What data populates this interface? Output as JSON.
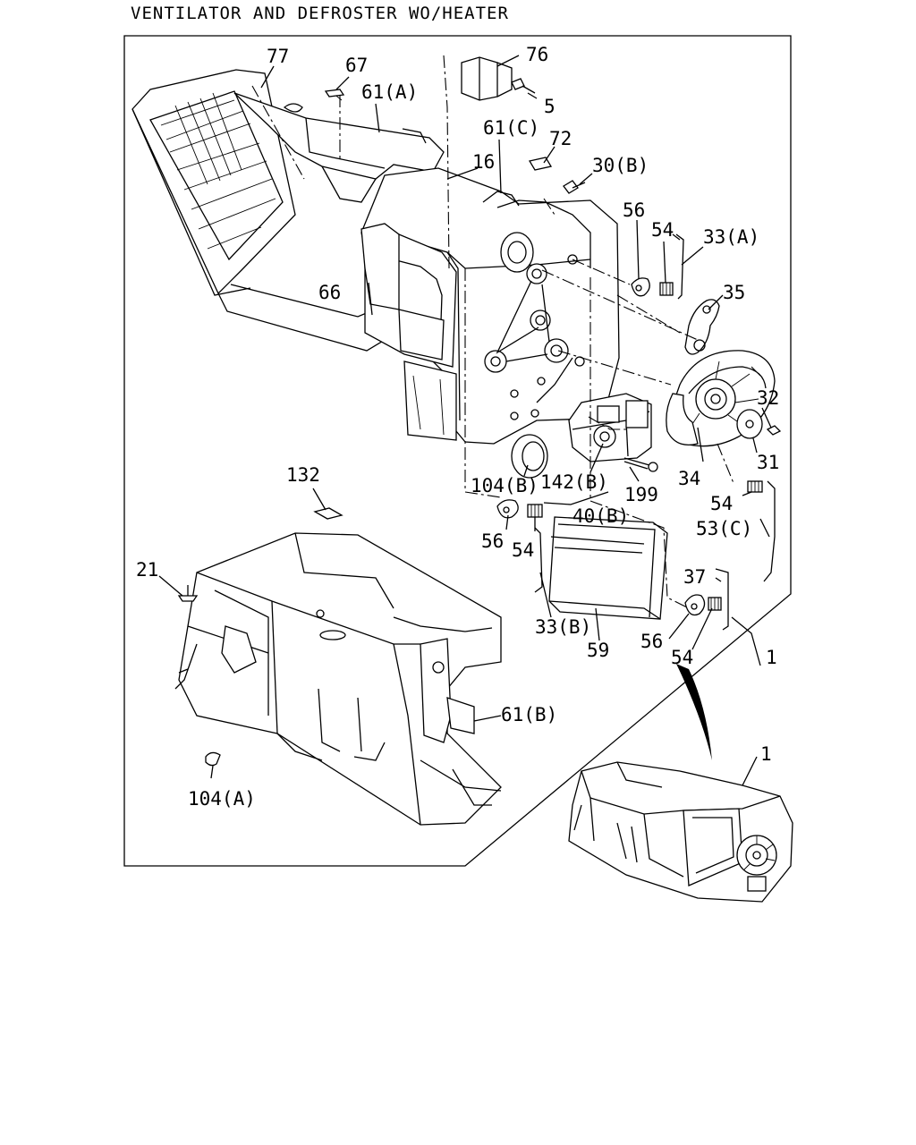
{
  "title": "VENTILATOR AND DEFROSTER WO/HEATER",
  "callouts": [
    {
      "key": "77",
      "text": "77"
    },
    {
      "key": "67",
      "text": "67"
    },
    {
      "key": "61a",
      "text": "61(A)"
    },
    {
      "key": "76",
      "text": "76"
    },
    {
      "key": "5",
      "text": "5"
    },
    {
      "key": "61c",
      "text": "61(C)"
    },
    {
      "key": "72",
      "text": "72"
    },
    {
      "key": "16",
      "text": "16"
    },
    {
      "key": "30b",
      "text": "30(B)"
    },
    {
      "key": "56a",
      "text": "56"
    },
    {
      "key": "54a",
      "text": "54"
    },
    {
      "key": "33a",
      "text": "33(A)"
    },
    {
      "key": "35",
      "text": "35"
    },
    {
      "key": "66",
      "text": "66"
    },
    {
      "key": "32",
      "text": "32"
    },
    {
      "key": "31",
      "text": "31"
    },
    {
      "key": "34",
      "text": "34"
    },
    {
      "key": "104b",
      "text": "104(B)"
    },
    {
      "key": "142b",
      "text": "142(B)"
    },
    {
      "key": "199",
      "text": "199"
    },
    {
      "key": "40b",
      "text": "40(B)"
    },
    {
      "key": "54b",
      "text": "54"
    },
    {
      "key": "132",
      "text": "132"
    },
    {
      "key": "56b",
      "text": "56"
    },
    {
      "key": "54c",
      "text": "54"
    },
    {
      "key": "53c",
      "text": "53(C)"
    },
    {
      "key": "21",
      "text": "21"
    },
    {
      "key": "37",
      "text": "37"
    },
    {
      "key": "33b",
      "text": "33(B)"
    },
    {
      "key": "59",
      "text": "59"
    },
    {
      "key": "56c",
      "text": "56"
    },
    {
      "key": "54d",
      "text": "54"
    },
    {
      "key": "1a",
      "text": "1"
    },
    {
      "key": "61b",
      "text": "61(B)"
    },
    {
      "key": "104a",
      "text": "104(A)"
    },
    {
      "key": "1b",
      "text": "1"
    }
  ]
}
